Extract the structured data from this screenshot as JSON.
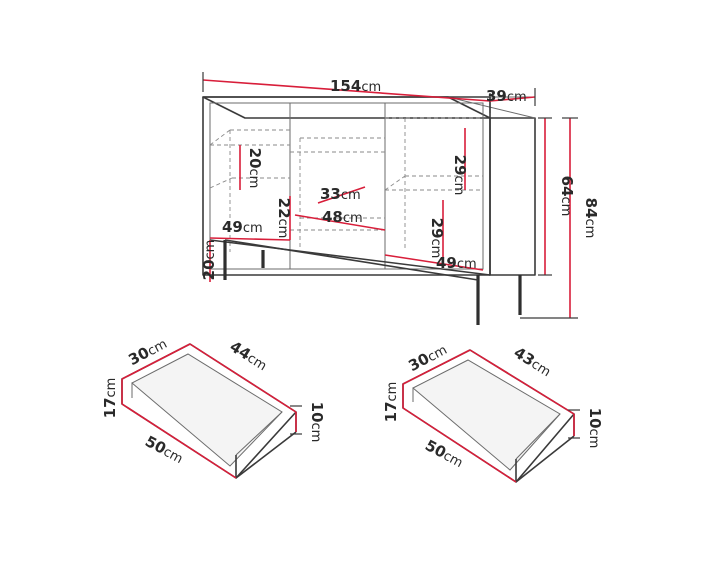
{
  "sideboard": {
    "width_value": "154",
    "width_unit": "cm",
    "depth_value": "39",
    "depth_unit": "cm",
    "body_height_value": "64",
    "body_height_unit": "cm",
    "total_height_value": "84",
    "total_height_unit": "cm",
    "leg_height_value": "20",
    "leg_height_unit": "cm",
    "left_shelf_height_value": "20",
    "left_shelf_height_unit": "cm",
    "left_compartment_width_value": "49",
    "left_compartment_width_unit": "cm",
    "middle_drawer_height_value": "22",
    "middle_drawer_height_unit": "cm",
    "middle_depth_value": "33",
    "middle_depth_unit": "cm",
    "middle_width_value": "48",
    "middle_width_unit": "cm",
    "right_upper_height_value": "29",
    "right_upper_height_unit": "cm",
    "right_lower_height_value": "29",
    "right_lower_height_unit": "cm",
    "right_compartment_width_value": "49",
    "right_compartment_width_unit": "cm"
  },
  "drawer_left": {
    "depth_value": "30",
    "depth_unit": "cm",
    "length_value": "44",
    "length_unit": "cm",
    "front_height_value": "17",
    "front_height_unit": "cm",
    "inner_height_value": "10",
    "inner_height_unit": "cm",
    "front_width_value": "50",
    "front_width_unit": "cm"
  },
  "drawer_right": {
    "depth_value": "30",
    "depth_unit": "cm",
    "length_value": "43",
    "length_unit": "cm",
    "front_height_value": "17",
    "front_height_unit": "cm",
    "inner_height_value": "10",
    "inner_height_unit": "cm",
    "front_width_value": "50",
    "front_width_unit": "cm"
  },
  "colors": {
    "dimension_line": "#d81e3a",
    "outline": "#3a3a3a"
  }
}
